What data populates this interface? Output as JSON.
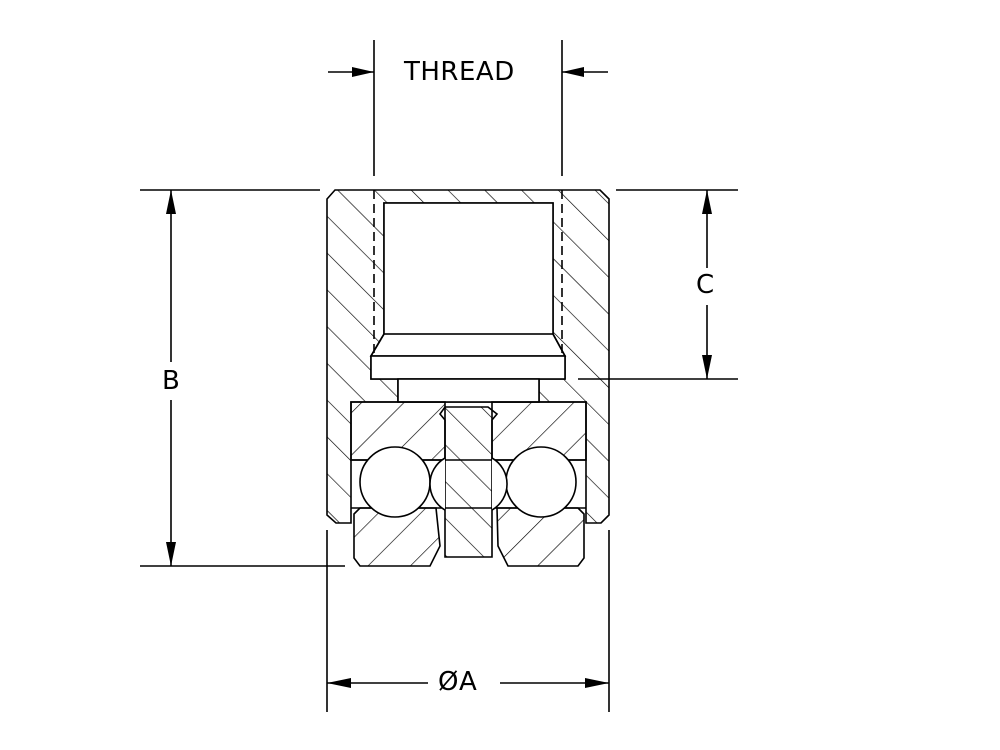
{
  "labels": {
    "thread": "THREAD",
    "b": "B",
    "c": "C",
    "a": "ØA"
  },
  "colors": {
    "line": "#000000",
    "background": "#ffffff"
  }
}
